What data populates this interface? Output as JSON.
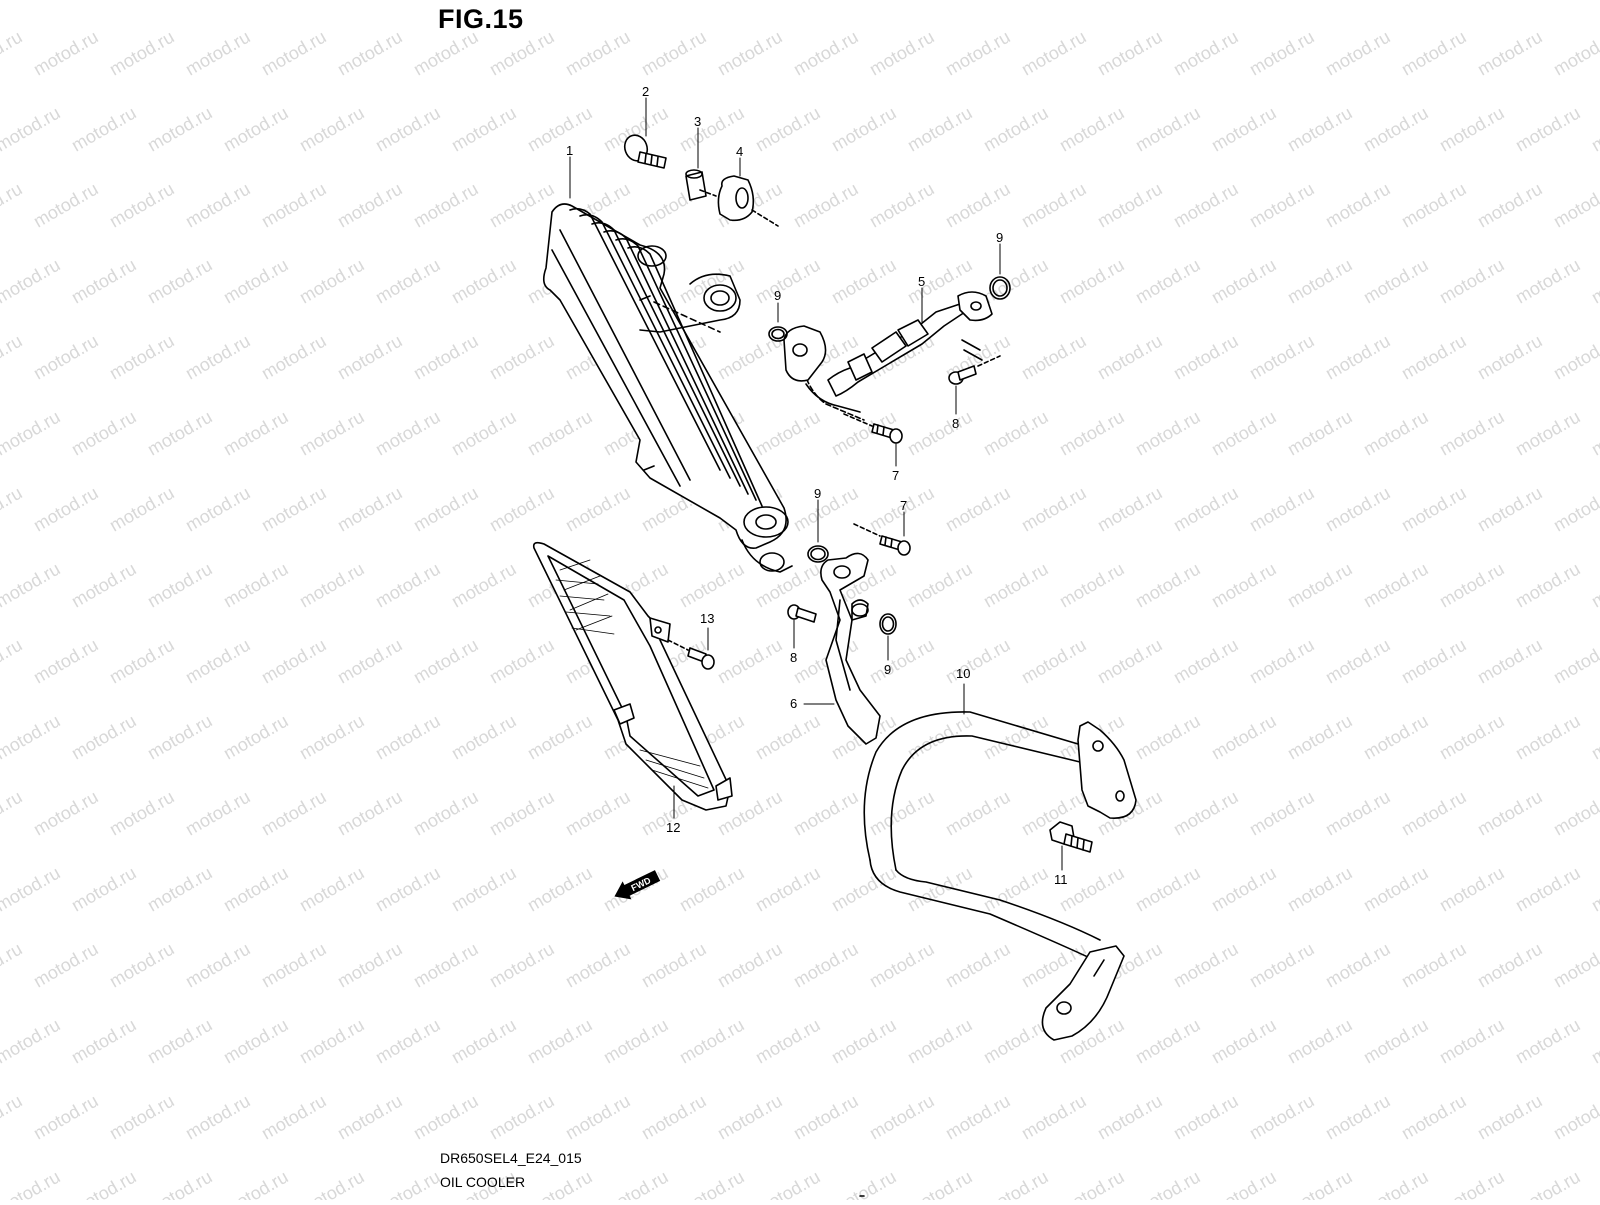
{
  "figure": {
    "title": "FIG.15",
    "code": "DR650SEL4_E24_015",
    "name": "OIL COOLER"
  },
  "watermark": {
    "text": "motod.ru",
    "color": "#d8d8d8"
  },
  "direction_arrow": {
    "text": "FWD"
  },
  "callouts": [
    {
      "id": "c1",
      "label": "1"
    },
    {
      "id": "c2",
      "label": "2"
    },
    {
      "id": "c3",
      "label": "3"
    },
    {
      "id": "c4",
      "label": "4"
    },
    {
      "id": "c5",
      "label": "5"
    },
    {
      "id": "c6",
      "label": "6"
    },
    {
      "id": "c7a",
      "label": "7"
    },
    {
      "id": "c7b",
      "label": "7"
    },
    {
      "id": "c8a",
      "label": "8"
    },
    {
      "id": "c8b",
      "label": "8"
    },
    {
      "id": "c9a",
      "label": "9"
    },
    {
      "id": "c9b",
      "label": "9"
    },
    {
      "id": "c9c",
      "label": "9"
    },
    {
      "id": "c9d",
      "label": "9"
    },
    {
      "id": "c10",
      "label": "10"
    },
    {
      "id": "c11",
      "label": "11"
    },
    {
      "id": "c12",
      "label": "12"
    },
    {
      "id": "c13",
      "label": "13"
    }
  ]
}
